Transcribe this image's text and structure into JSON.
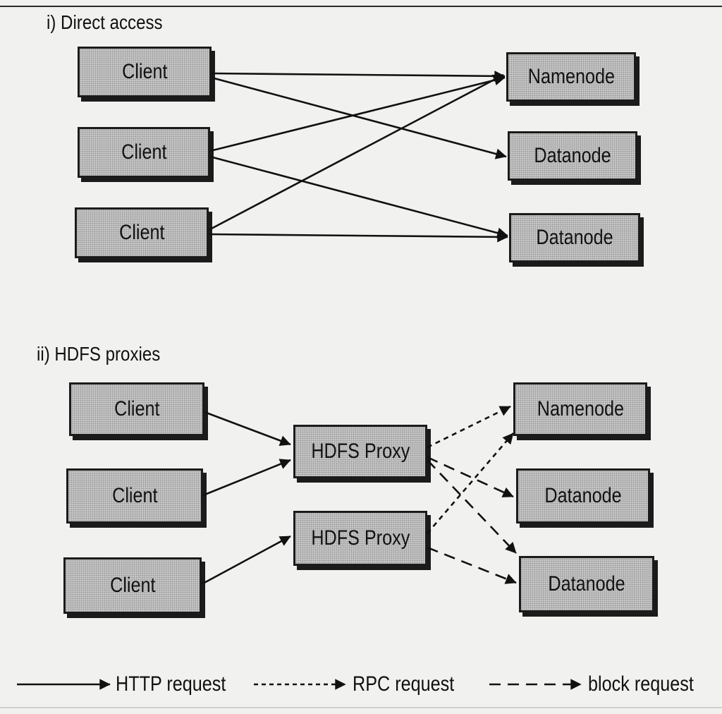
{
  "sections": {
    "direct": {
      "title": "i) Direct access",
      "clients": [
        "Client",
        "Client",
        "Client"
      ],
      "namenode": "Namenode",
      "datanodes": [
        "Datanode",
        "Datanode"
      ]
    },
    "proxies": {
      "title": "ii) HDFS proxies",
      "clients": [
        "Client",
        "Client",
        "Client"
      ],
      "proxies": [
        "HDFS Proxy",
        "HDFS Proxy"
      ],
      "namenode": "Namenode",
      "datanodes": [
        "Datanode",
        "Datanode"
      ]
    }
  },
  "legend": {
    "http": "HTTP request",
    "rpc": "RPC request",
    "block": "block request"
  },
  "colors": {
    "box_fill": "#c6c6c6",
    "ink": "#111111",
    "background": "#f1f1ef"
  }
}
